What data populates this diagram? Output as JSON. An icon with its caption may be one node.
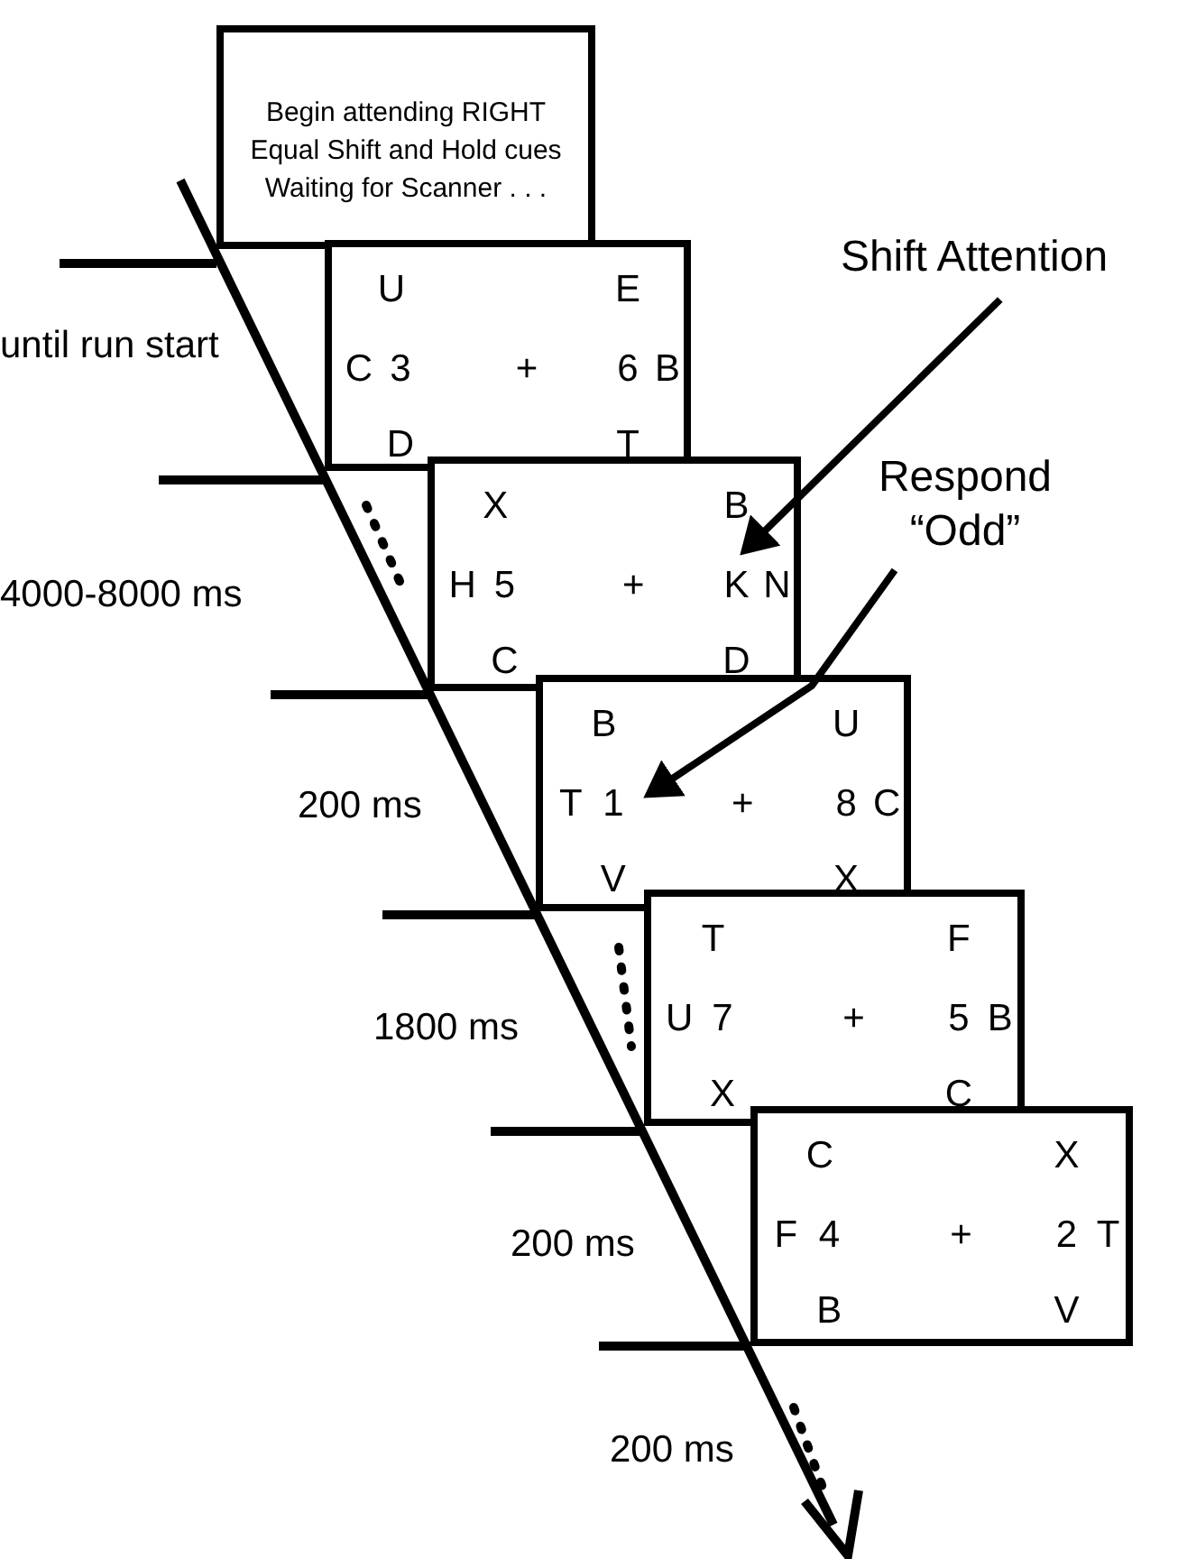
{
  "diagram": {
    "nodes": [
      {
        "text": [
          "Begin attending RIGHT Equal Shift and Hold cues Waiting for Scanner . . ."
        ]
      },
      {
        "text": [
          "U",
          "E",
          "C",
          "3",
          "+",
          "6",
          "B",
          "D",
          "T"
        ]
      },
      {
        "text": [
          "X",
          "B",
          "H",
          "5",
          "+",
          "K",
          "N",
          "C",
          "D"
        ]
      },
      {
        "text": [
          "B",
          "U",
          "T",
          "1",
          "+",
          "8",
          "C",
          "V",
          "X"
        ]
      },
      {
        "text": [
          "T",
          "F",
          "U",
          "7",
          "+",
          "5",
          "B",
          "X",
          "C"
        ]
      },
      {
        "text": [
          "C",
          "X",
          "F",
          "4",
          "+",
          "2",
          "T",
          "B",
          "V"
        ]
      },
      {
        "text": [
          "Shift Attention"
        ]
      },
      {
        "text": [
          "Respond “Odd”"
        ]
      }
    ],
    "edges": [
      {
        "from": 6,
        "to": 2,
        "arrow": "to"
      },
      {
        "from": 7,
        "to": 3,
        "arrow": "to"
      }
    ],
    "labels": [
      "until run start",
      "4000-8000 ms",
      "200 ms",
      "1800 ms",
      "200 ms",
      "200 ms"
    ]
  }
}
